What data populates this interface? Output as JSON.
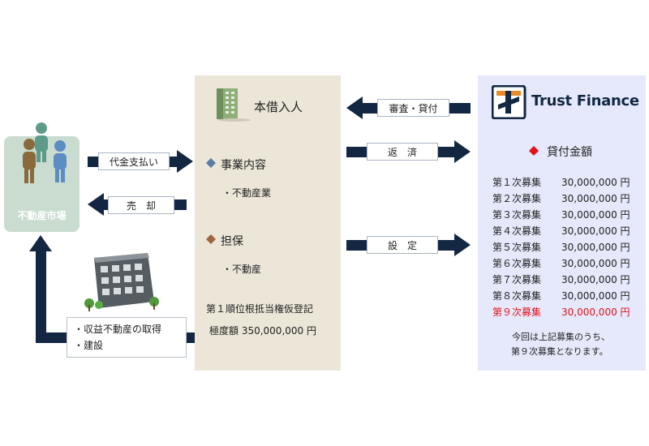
{
  "market": {
    "label": "不動産市場"
  },
  "borrower": {
    "title": "本借入人",
    "business_heading": "事業内容",
    "business_item": "・不動産業",
    "collateral_heading": "担保",
    "collateral_item": "・不動産",
    "registration": "第１順位根抵当権仮登記",
    "max_amount": "極度額 350,000,000 円"
  },
  "arrows": {
    "payment": "代金支払い",
    "sale": "売　却",
    "review_loan": "審査・貸付",
    "repayment": "返　済",
    "setup": "設　定"
  },
  "acquisition": {
    "line1": "・収益不動産の取得",
    "line2": "・建設"
  },
  "lender": {
    "brand": "Trust Finance",
    "loan_heading": "貸付金額",
    "rounds": [
      {
        "label": "第１次募集",
        "amount": "30,000,000 円",
        "highlight": false
      },
      {
        "label": "第２次募集",
        "amount": "30,000,000 円",
        "highlight": false
      },
      {
        "label": "第３次募集",
        "amount": "30,000,000 円",
        "highlight": false
      },
      {
        "label": "第４次募集",
        "amount": "30,000,000 円",
        "highlight": false
      },
      {
        "label": "第５次募集",
        "amount": "30,000,000 円",
        "highlight": false
      },
      {
        "label": "第６次募集",
        "amount": "30,000,000 円",
        "highlight": false
      },
      {
        "label": "第７次募集",
        "amount": "30,000,000 円",
        "highlight": false
      },
      {
        "label": "第８次募集",
        "amount": "30,000,000 円",
        "highlight": false
      },
      {
        "label": "第９次募集",
        "amount": "30,000,000 円",
        "highlight": true
      }
    ],
    "note_line1": "今回は上記募集のうち、",
    "note_line2": "第９次募集となります。"
  },
  "colors": {
    "arrow": "#132743",
    "highlight": "#e0131a",
    "diamond_blue": "#5a7ba6",
    "diamond_brown": "#a0653c",
    "diamond_red": "#e0131a"
  }
}
